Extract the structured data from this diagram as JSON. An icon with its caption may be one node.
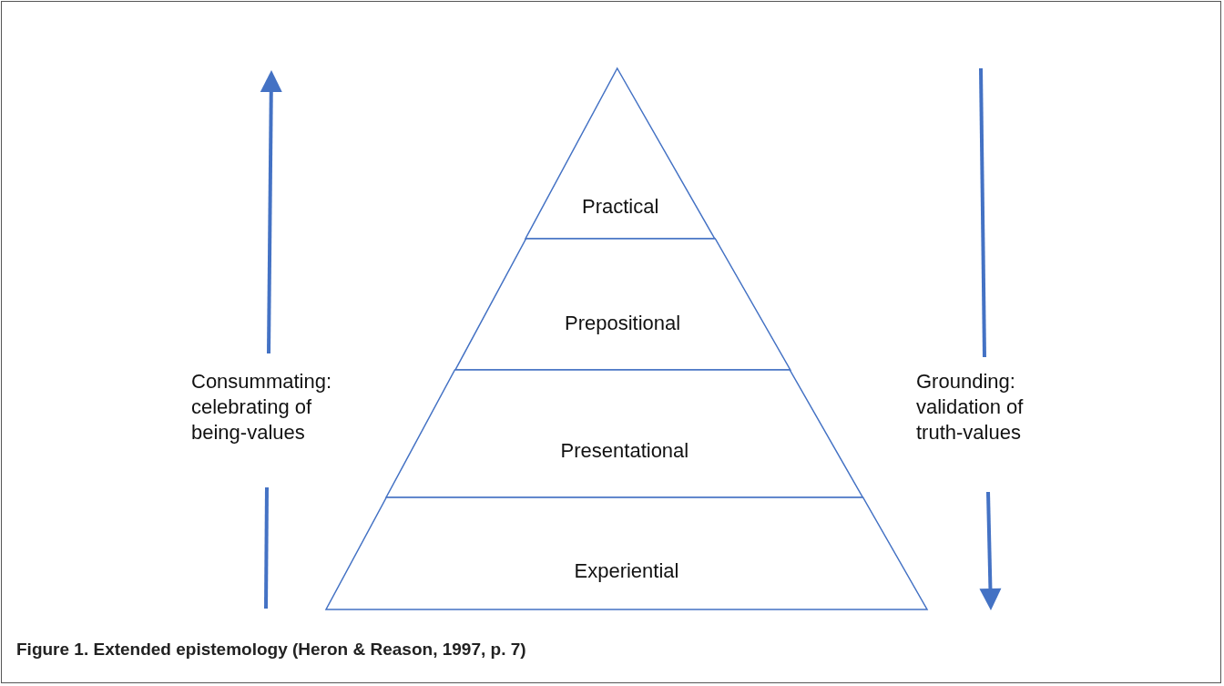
{
  "diagram": {
    "caption": "Figure 1. Extended epistemology (Heron & Reason, 1997, p. 7)",
    "nodes": [
      {
        "text": [
          "Practical"
        ]
      },
      {
        "text": [
          "Prepositional"
        ]
      },
      {
        "text": [
          "Presentational"
        ]
      },
      {
        "text": [
          "Experiential"
        ]
      }
    ],
    "edges": [],
    "labels": [
      "Consummating: celebrating of being-values",
      "Grounding: validation of truth-values"
    ]
  }
}
